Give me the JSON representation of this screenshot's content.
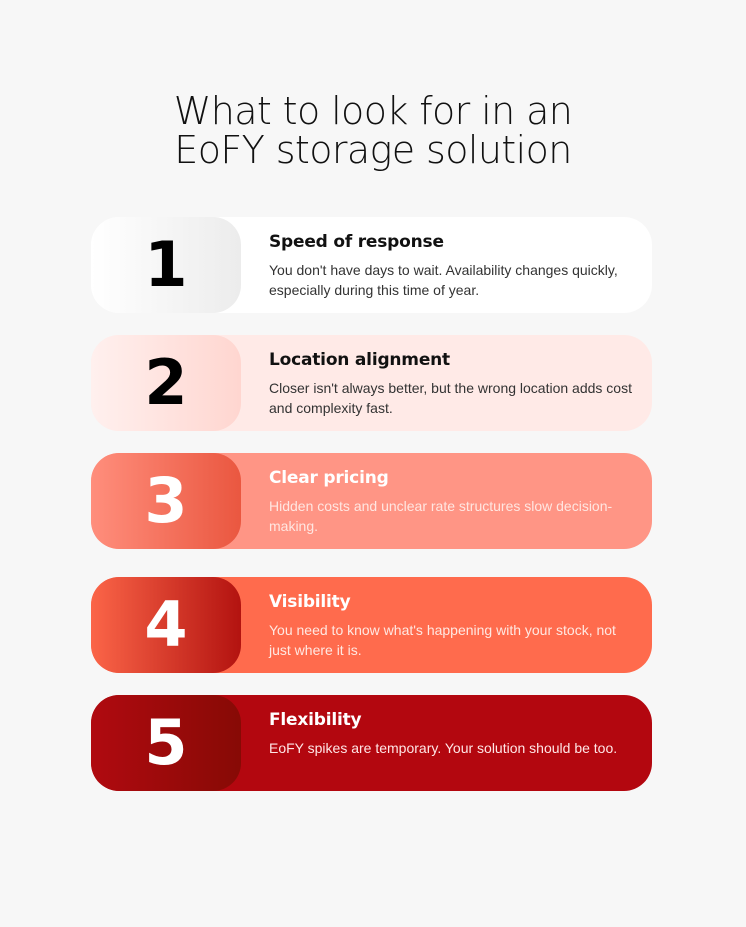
{
  "title": {
    "line1": "What to look for in an",
    "line2": "EoFY storage solution"
  },
  "items": [
    {
      "number": "1",
      "title": "Speed of response",
      "description": "You don't have days to wait. Availability changes quickly, especially during this time of year.",
      "colors": {
        "card": "#ffffff",
        "block_from": "#ffffff",
        "block_to": "#ececec",
        "text": "#111111"
      }
    },
    {
      "number": "2",
      "title": "Location alignment",
      "description": "Closer isn't always better, but the wrong location adds cost and complexity fast.",
      "colors": {
        "card": "#ffeae7",
        "block_from": "#fff0ee",
        "block_to": "#ffd6d0",
        "text": "#111111"
      }
    },
    {
      "number": "3",
      "title": "Clear pricing",
      "description": "Hidden costs and unclear rate structures slow decision-making.",
      "colors": {
        "card": "#ff9585",
        "block_from": "#ff8e7c",
        "block_to": "#ea5740",
        "text": "#ffffff"
      }
    },
    {
      "number": "4",
      "title": "Visibility",
      "description": "You need to know what's happening with your stock, not just where it is.",
      "colors": {
        "card": "#ff6b4d",
        "block_from": "#fb6548",
        "block_to": "#b31310",
        "text": "#ffffff"
      }
    },
    {
      "number": "5",
      "title": "Flexibility",
      "description": "EoFY spikes are temporary. Your solution should be too.",
      "colors": {
        "card": "#b3070f",
        "block_from": "#b00a10",
        "block_to": "#870a05",
        "text": "#ffffff"
      }
    }
  ],
  "colors": {
    "background": "#f7f7f7"
  }
}
